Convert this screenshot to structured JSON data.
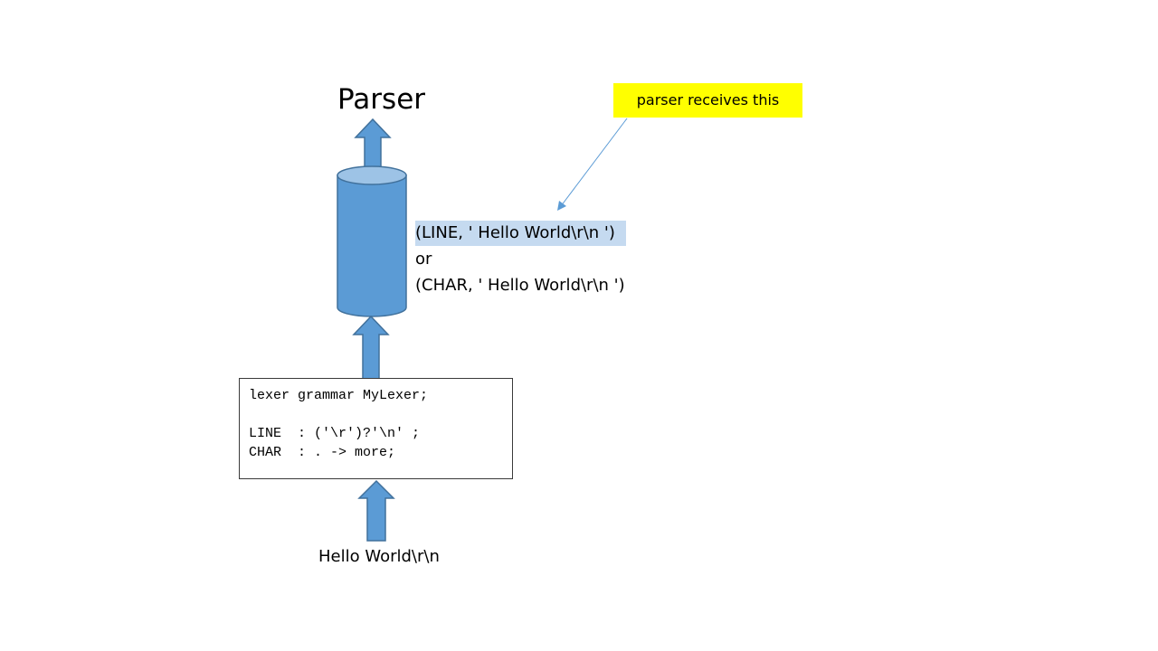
{
  "title": "Parser",
  "callout": "parser receives this",
  "tokens": {
    "line": "(LINE, ' Hello World\\r\\n ')",
    "or": "or",
    "char": "(CHAR, ' Hello World\\r\\n ')"
  },
  "grammar": {
    "line1": "lexer grammar MyLexer;",
    "line2": "",
    "line3": "LINE  : ('\\r')?'\\n' ;",
    "line4": "CHAR  : . -> more;"
  },
  "input_text": "Hello World\\r\\n",
  "colors": {
    "arrow_fill": "#5b9bd5",
    "arrow_stroke": "#41719c",
    "callout_bg": "#ffff00",
    "token_highlight": "#c5daf0"
  }
}
